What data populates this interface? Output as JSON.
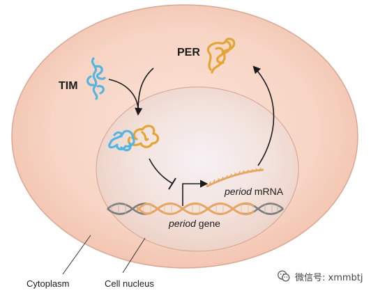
{
  "labels": {
    "per": "PER",
    "tim": "TIM",
    "mrna_italic": "period",
    "mrna_rest": " mRNA",
    "gene_italic": "period",
    "gene_rest": " gene",
    "cytoplasm": "Cytoplasm",
    "nucleus": "Cell nucleus"
  },
  "watermark": {
    "icon": "wechat-icon",
    "text": "微信号: xmmbtj"
  },
  "colors": {
    "cytoplasm_fill": "#f6d3c3",
    "nucleus_fill": "#f3dfd8",
    "per_protein": "#e3a536",
    "tim_protein": "#55b5de",
    "dna_orange": "#e8a460",
    "dna_gray": "#808080",
    "arrow": "#1a1a1a"
  }
}
